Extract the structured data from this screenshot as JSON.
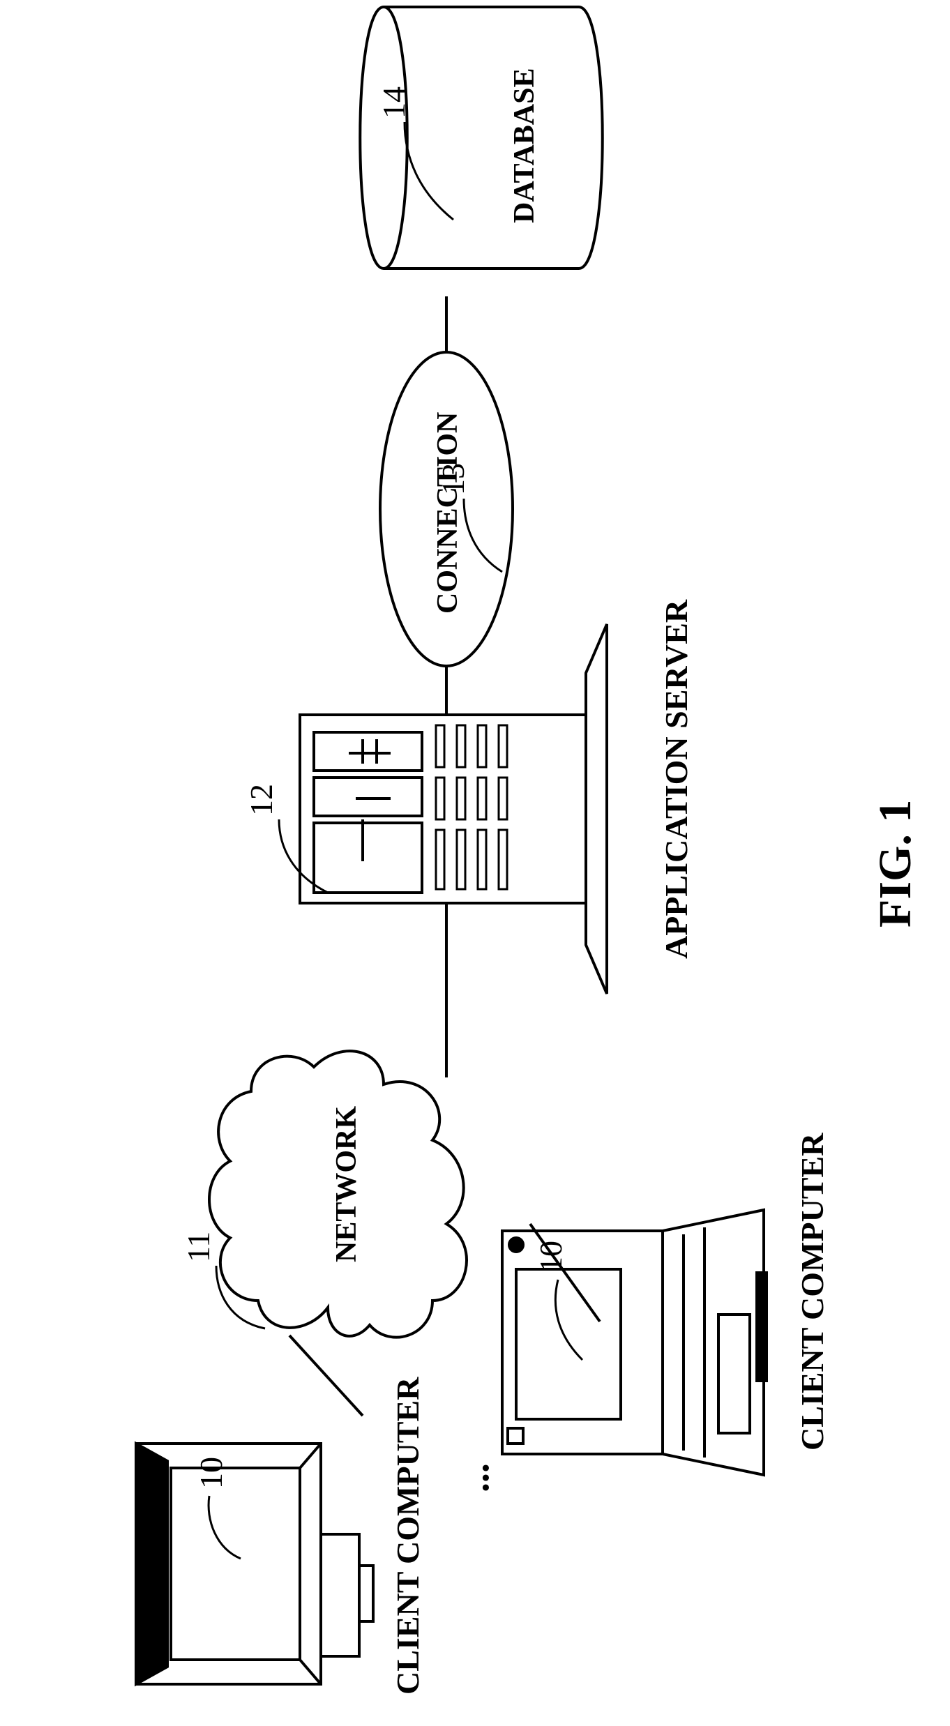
{
  "figure": {
    "caption": "FIG. 1",
    "nodes": {
      "database": {
        "label": "DATABASE",
        "ref": "14"
      },
      "connection": {
        "label": "CONNECTION",
        "ref": "13"
      },
      "app_server": {
        "label": "APPLICATION SERVER",
        "ref": "12"
      },
      "network": {
        "label": "NETWORK",
        "ref": "11"
      },
      "client_desktop": {
        "label": "CLIENT COMPUTER",
        "ref": "10"
      },
      "client_laptop": {
        "label": "CLIENT COMPUTER",
        "ref": "10"
      }
    },
    "ellipsis": "..."
  }
}
